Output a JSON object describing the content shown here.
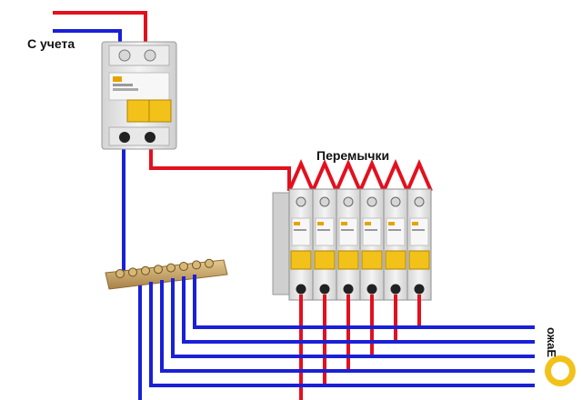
{
  "labels": {
    "source": "С учета",
    "jumpers": "Перемычки",
    "consumers": "ожаЕ"
  },
  "colors": {
    "phase": "#e3101e",
    "neutral": "#1a20d6",
    "breaker_body": "#e6e6e6",
    "lever": "#f2c21a",
    "busbar": "#c8a46a"
  },
  "breaker_count": 6,
  "outputs": {
    "phase_lines": 6,
    "neutral_lines": 6
  }
}
